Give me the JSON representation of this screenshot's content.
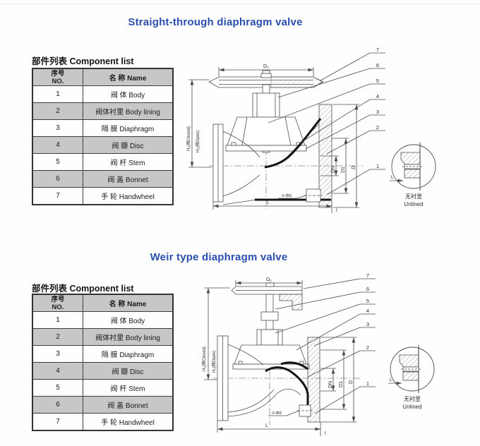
{
  "page": {
    "background": "#fefefe",
    "top_border_color": "#e6e8ee"
  },
  "colors": {
    "title_blue": "#2a4fae",
    "table_shade_gray": "#c7c7c7",
    "drawing_line_gray": "#4d4d4d",
    "lining_black": "#151515"
  },
  "sections": [
    {
      "title": "Straight-through diaphragm valve"
    },
    {
      "title": "Weir type diaphragm valve"
    }
  ],
  "component_table": {
    "caption": "部件列表 Component list",
    "header": {
      "no_cn": "序号",
      "no_en": "NO.",
      "name": "名 称 Name"
    },
    "rows": [
      {
        "no": "1",
        "name": "阀 体 Body"
      },
      {
        "no": "2",
        "name": "阀体衬里 Body lining"
      },
      {
        "no": "3",
        "name": "隔 膜 Diaphragm"
      },
      {
        "no": "4",
        "name": "阀 瓣 Disc"
      },
      {
        "no": "5",
        "name": "阀 杆 Stem"
      },
      {
        "no": "6",
        "name": "阀 盖 Bonnet"
      },
      {
        "no": "7",
        "name": "手 轮 Handwheel"
      }
    ]
  },
  "drawing_labels": {
    "d0": "D₀",
    "h_closed": "H₁(阀Closed)",
    "h_open": "H₂(阀Open)",
    "dn": "DN",
    "d1": "D1",
    "d": "D",
    "l": "L",
    "f": "f",
    "bolt_holes": "n-Φd",
    "detail_l": "L",
    "unlined_cn": "无衬里",
    "unlined_en": "Unlined",
    "parts": [
      "7",
      "6",
      "5",
      "4",
      "3",
      "2",
      "1"
    ]
  }
}
